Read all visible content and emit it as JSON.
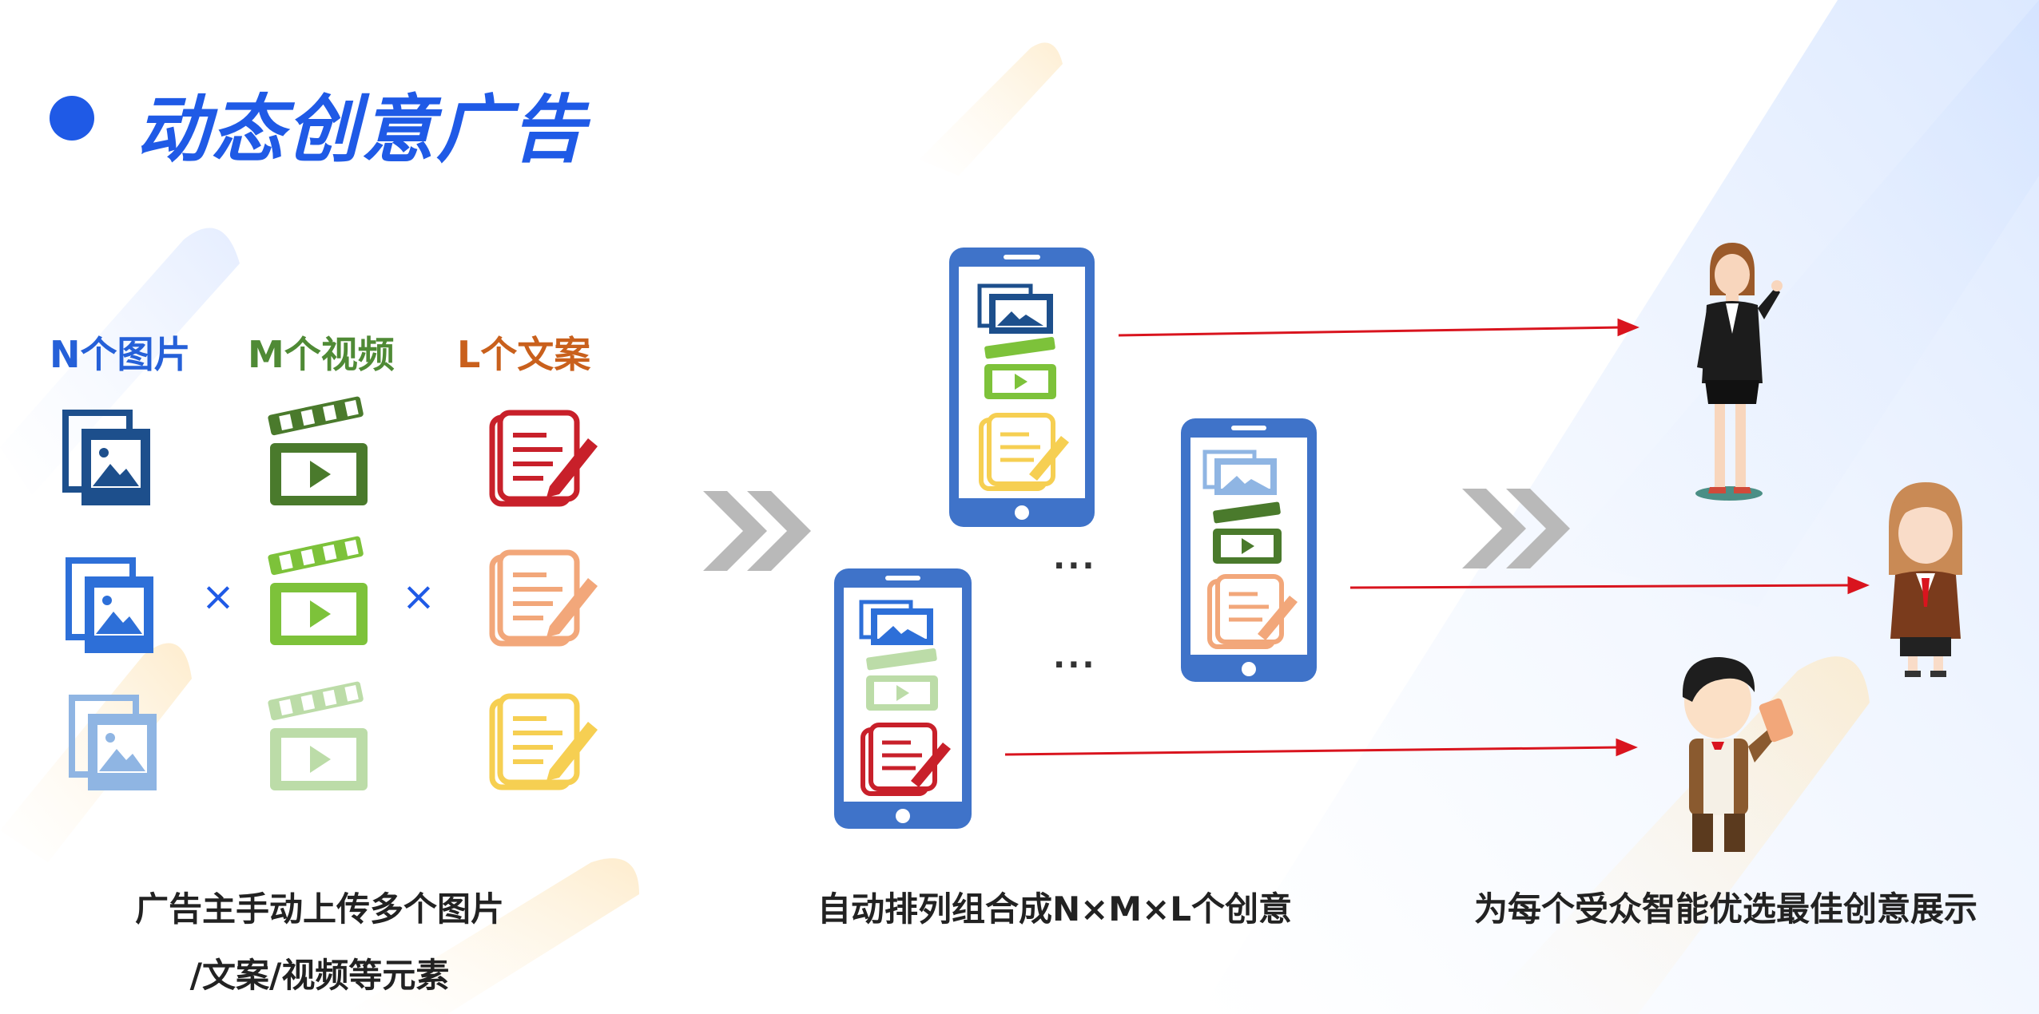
{
  "title": "动态创意广告",
  "labels": {
    "images": "N个图片",
    "videos": "M个视频",
    "copies": "L个文案"
  },
  "multiply_sign": "×",
  "ellipsis": "...",
  "captions": {
    "upload_line1": "广告主手动上传多个图片",
    "upload_line2": "/文案/视频等元素",
    "combine": "自动排列组合成N×M×L个创意",
    "deliver": "为每个受众智能优选最佳创意展示"
  },
  "colors": {
    "title_blue": "#1f5ae6",
    "arrow_red": "#d9141e",
    "chevron_gray": "#b9b9b9",
    "phone_blue": "#3f73c9",
    "image_dark": "#1d4f8c",
    "image_mid": "#2d6fd8",
    "image_light": "#8fb5e3",
    "video_dark": "#4a7a2c",
    "video_mid": "#7dc23a",
    "video_light": "#bcdca8",
    "copy_red": "#c8202a",
    "copy_orange": "#f2a77a",
    "copy_yellow": "#f6cf52"
  },
  "icons": [
    "image-icon",
    "video-clapper-icon",
    "document-pen-icon",
    "phone-icon",
    "chevron-arrow-icon",
    "person-icon"
  ]
}
